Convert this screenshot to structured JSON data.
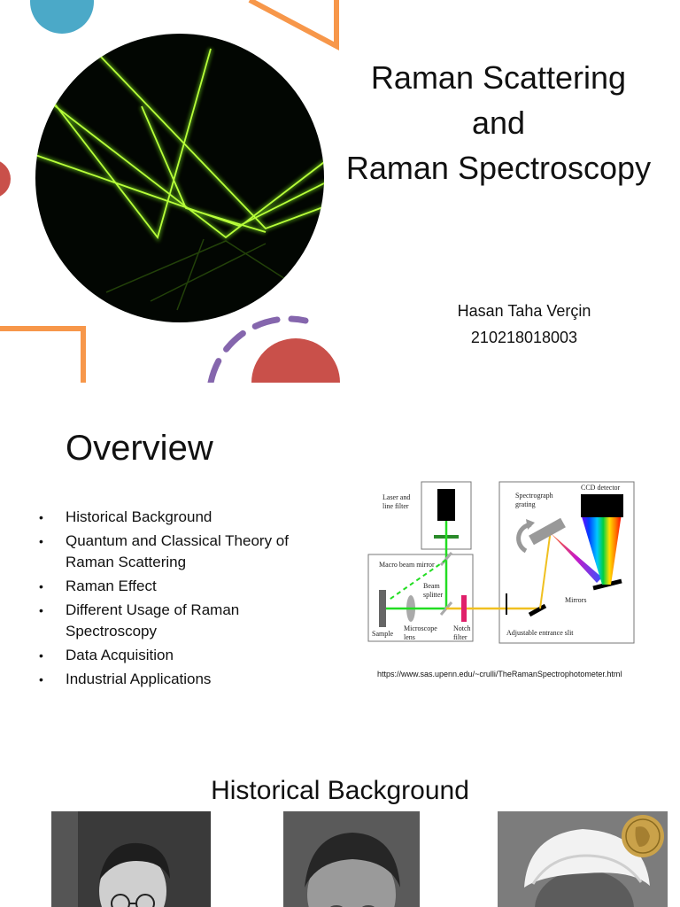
{
  "title_slide": {
    "title_lines": [
      "Raman Scattering",
      "and",
      "Raman Spectroscopy"
    ],
    "author_name": "Hasan Taha Verçin",
    "student_id": "210218018003",
    "colors": {
      "teal": "#4ba9c8",
      "orange": "#f7974a",
      "red": "#c9504a",
      "purple": "#8566ad",
      "laser_green": "#a6f02a"
    }
  },
  "overview_slide": {
    "title": "Overview",
    "bullets": [
      "Historical Background",
      "Quantum and Classical Theory of Raman Scattering",
      "Raman Effect",
      "Different Usage of Raman Spectroscopy",
      "Data Acquisition",
      "Industrial Applications"
    ],
    "diagram_labels": {
      "laser": [
        "Laser and",
        "line filter"
      ],
      "ccd": "CCD detector",
      "grating": [
        "Spectrograph",
        "grating"
      ],
      "macro_mirror": "Macro beam mirror",
      "beam_splitter": [
        "Beam",
        "splitter"
      ],
      "mirrors": "Mirrors",
      "sample": "Sample",
      "lens": [
        "Microscope",
        "lens"
      ],
      "notch": [
        "Notch",
        "filter"
      ],
      "slit": "Adjustable entrance slit"
    },
    "source_url": "https://www.sas.upenn.edu/~crulli/TheRamanSpectrophotometer.html"
  },
  "history_slide": {
    "title": "Historical Background"
  }
}
